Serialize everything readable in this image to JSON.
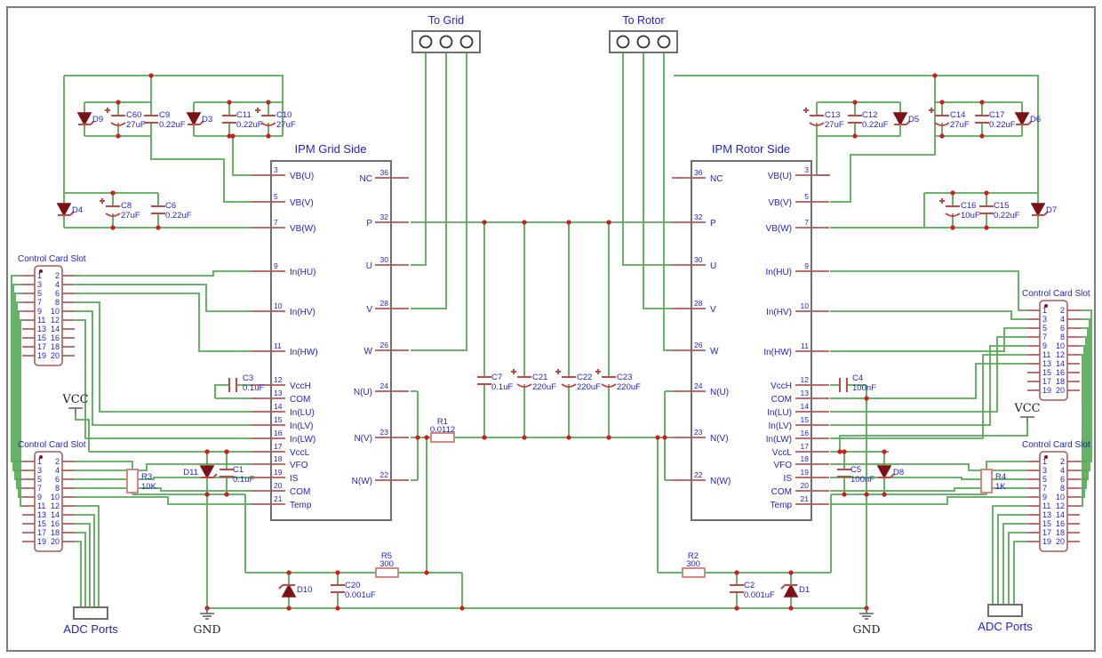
{
  "meta": {
    "colors": {
      "wire_green": "#57a957",
      "pin_red": "#b05a5a",
      "component_red": "#c24848",
      "diode_maroon": "#7d1216",
      "junction_red": "#cf1d1d",
      "label_blue": "#1f1fd1",
      "frame_gray": "#7d7d7d",
      "box_gray": "#6f6f6f"
    }
  },
  "connectors": {
    "to_grid": "To Grid",
    "to_rotor": "To Rotor"
  },
  "power": {
    "vcc": "VCC",
    "gnd": "GND"
  },
  "adc_label": "ADC Ports",
  "slot_label": "Control Card Slot",
  "slot_rows": [
    {
      "l": "1",
      "r": "2"
    },
    {
      "l": "3",
      "r": "4"
    },
    {
      "l": "5",
      "r": "6"
    },
    {
      "l": "7",
      "r": "8"
    },
    {
      "l": "9",
      "r": "10"
    },
    {
      "l": "11",
      "r": "12"
    },
    {
      "l": "13",
      "r": "14"
    },
    {
      "l": "15",
      "r": "16"
    },
    {
      "l": "17",
      "r": "18"
    },
    {
      "l": "19",
      "r": "20"
    }
  ],
  "ipm_grid": {
    "title": "IPM Grid Side",
    "lp": [
      {
        "n": "3",
        "t": "VB(U)"
      },
      {
        "n": "5",
        "t": "VB(V)"
      },
      {
        "n": "7",
        "t": "VB(W)"
      },
      {
        "n": "9",
        "t": "In(HU)"
      },
      {
        "n": "10",
        "t": "In(HV)"
      },
      {
        "n": "11",
        "t": "In(HW)"
      },
      {
        "n": "12",
        "t": "VccH"
      },
      {
        "n": "13",
        "t": "COM"
      },
      {
        "n": "14",
        "t": "In(LU)"
      },
      {
        "n": "15",
        "t": "In(LV)"
      },
      {
        "n": "16",
        "t": "In(LW)"
      },
      {
        "n": "17",
        "t": "VccL"
      },
      {
        "n": "18",
        "t": "VFO"
      },
      {
        "n": "19",
        "t": "IS"
      },
      {
        "n": "20",
        "t": "COM"
      },
      {
        "n": "21",
        "t": "Temp"
      }
    ],
    "rp": [
      {
        "n": "36",
        "t": "NC"
      },
      {
        "n": "32",
        "t": "P"
      },
      {
        "n": "30",
        "t": "U"
      },
      {
        "n": "28",
        "t": "V"
      },
      {
        "n": "26",
        "t": "W"
      },
      {
        "n": "24",
        "t": "N(U)"
      },
      {
        "n": "23",
        "t": "N(V)"
      },
      {
        "n": "22",
        "t": "N(W)"
      }
    ]
  },
  "ipm_rotor": {
    "title": "IPM Rotor Side",
    "lp": [
      {
        "n": "36",
        "t": "NC"
      },
      {
        "n": "32",
        "t": "P"
      },
      {
        "n": "30",
        "t": "U"
      },
      {
        "n": "28",
        "t": "V"
      },
      {
        "n": "26",
        "t": "W"
      },
      {
        "n": "24",
        "t": "N(U)"
      },
      {
        "n": "23",
        "t": "N(V)"
      },
      {
        "n": "22",
        "t": "N(W)"
      }
    ],
    "rp": [
      {
        "n": "3",
        "t": "VB(U)"
      },
      {
        "n": "5",
        "t": "VB(V)"
      },
      {
        "n": "7",
        "t": "VB(W)"
      },
      {
        "n": "9",
        "t": "In(HU)"
      },
      {
        "n": "10",
        "t": "In(HV)"
      },
      {
        "n": "11",
        "t": "In(HW)"
      },
      {
        "n": "12",
        "t": "VccH"
      },
      {
        "n": "13",
        "t": "COM"
      },
      {
        "n": "14",
        "t": "In(LU)"
      },
      {
        "n": "15",
        "t": "In(LV)"
      },
      {
        "n": "16",
        "t": "In(LW)"
      },
      {
        "n": "17",
        "t": "VccL"
      },
      {
        "n": "18",
        "t": "VFO"
      },
      {
        "n": "19",
        "t": "IS"
      },
      {
        "n": "20",
        "t": "COM"
      },
      {
        "n": "21",
        "t": "Temp"
      }
    ]
  },
  "components": {
    "d9": "D9",
    "d3": "D3",
    "d4": "D4",
    "d5": "D5",
    "d6": "D6",
    "d7": "D7",
    "d8": "D8",
    "d10": "D10",
    "d11": "D11",
    "d1": "D1",
    "c60": {
      "r": "C60",
      "v": "27uF"
    },
    "c9": {
      "r": "C9",
      "v": "0.22uF"
    },
    "c11": {
      "r": "C11",
      "v": "0.22uF"
    },
    "c10": {
      "r": "C10",
      "v": "27uF"
    },
    "c8": {
      "r": "C8",
      "v": "27uF"
    },
    "c6": {
      "r": "C6",
      "v": "0.22uF"
    },
    "c13": {
      "r": "C13",
      "v": "27uF"
    },
    "c12": {
      "r": "C12",
      "v": "0.22uF"
    },
    "c14": {
      "r": "C14",
      "v": "27uF"
    },
    "c17": {
      "r": "C17",
      "v": "0.22uF"
    },
    "c16": {
      "r": "C16",
      "v": "10uF"
    },
    "c15": {
      "r": "C15",
      "v": "0.22uF"
    },
    "c3": {
      "r": "C3",
      "v": "0.1uF"
    },
    "c1": {
      "r": "C1",
      "v": "0.1uF"
    },
    "c7": {
      "r": "C7",
      "v": "0.1uF"
    },
    "c21": {
      "r": "C21",
      "v": "220uF"
    },
    "c22": {
      "r": "C22",
      "v": "220uF"
    },
    "c23": {
      "r": "C23",
      "v": "220uF"
    },
    "c4": {
      "r": "C4",
      "v": "100nF"
    },
    "c5": {
      "r": "C5",
      "v": "100nF"
    },
    "c20": {
      "r": "C20",
      "v": "0.001uF"
    },
    "c2": {
      "r": "C2",
      "v": "0.001uF"
    },
    "r1": {
      "r": "R1",
      "v": "0.0112"
    },
    "r3": {
      "r": "R3",
      "v": "10K"
    },
    "r4": {
      "r": "R4",
      "v": "1K"
    },
    "r5": {
      "r": "R5",
      "v": "300"
    },
    "r2": {
      "r": "R2",
      "v": "300"
    }
  }
}
